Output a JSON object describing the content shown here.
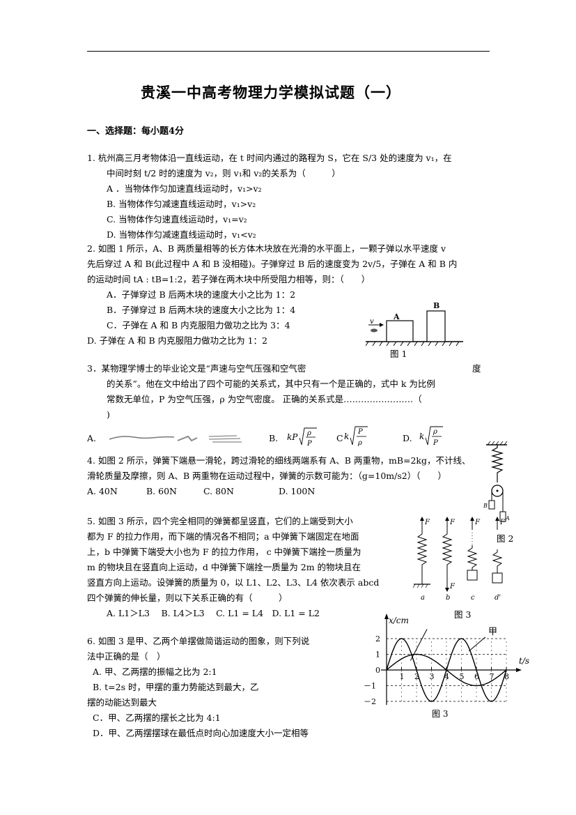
{
  "title": "贵溪一中高考物理力学模拟试题（一）",
  "section1": "一、选择题：每小题4分",
  "q1": {
    "stem1": "1. 杭州高三月考物体沿一直线运动，在 t 时间内通过的路程为 S，它在 S/3 处的速度为 v₁，在",
    "stem2": "中间时刻 t/2 时的速度为 v₂，则 v₁和 v₂的关系为（　　　）",
    "a": "A ．当物体作匀加速直线运动时，v₁>v₂",
    "b": "B. 当物体作匀减速直线运动时，v₁>v₂",
    "c": "C. 当物体作匀速直线运动时，v₁=v₂",
    "d": "D. 当物体作匀减速直线运动时，v₁<v₂"
  },
  "q2": {
    "stem1": "2. 如图 1 所示，A、B 两质量相等的长方体木块放在光滑的水平面上，一颗子弹以水平速度 v",
    "stem2": "先后穿过 A 和 B(此过程中 A 和 B 没相碰)。子弹穿过 B 后的速度变为 2v/5，子弹在 A 和 B 内",
    "stem3": "的运动时间 tA : tB=1:2，若子弹在两木块中所受阻力相等，则：（　　）",
    "a": "A．子弹穿过 B 后两木块的速度大小之比为 1：2",
    "b": "B．子弹穿过 B 后两木块的速度大小之比为 1：4",
    "c": "C．子弹在 A 和 B 内克服阻力做功之比为 3：4",
    "d": "D. 子弹在 A 和 B 内克服阻力做功之比为 1：2",
    "fig_label": "图 1",
    "fig_a": "A",
    "fig_b": "B",
    "fig_v": "v"
  },
  "q3": {
    "stem1": "3．某物理学博士的毕业论文是“声速与空气压强和空气密",
    "stem1b": "度",
    "stem2": "的关系”。他在文中给出了四个可能的关系式，其中只有一个是正确的，式中 k 为比例",
    "stem3": "常数无单位，P 为空气压强，ρ 为空气密度。 正确的关系式是……………………（",
    "stem4": ")",
    "opt_a": "A.",
    "opt_b": "B.",
    "opt_c": "C",
    "opt_d": "D."
  },
  "q4": {
    "stem1": "4. 如图 2 所示，弹簧下端悬一滑轮，跨过滑轮的细线两端系有 A、B 两重物，mB=2kg，不计线、",
    "stem2": "滑轮质量及摩擦，则 A、B 两重物在运动过程中，弹簧的示数可能为：（g=10m/s2）（　　）",
    "a": "A. 40N",
    "b": "B. 60N",
    "c": "C. 80N",
    "d": "D. 100N",
    "fig_label": "图 2"
  },
  "q5": {
    "stem1": "5. 如图 3 所示，四个完全相同的弹簧都呈竖直，它们的上端受到大小",
    "stem2": "都为 F 的拉力作用，而下端的情况各不相同；a 中弹簧下端固定在地面",
    "stem3": "上，b 中弹簧下端受大小也为 F 的拉力作用， c 中弹簧下端拴一质量为",
    "stem4": "m 的物块且在竖直向上运动，d 中弹簧下端拴一质量为 2m 的物块且在",
    "stem5": "竖直方向上运动。设弹簧的质量为 0，以 L1、L2、L3、L4 依次表示 abcd",
    "stem6": "四个弹簧的伸长量，则以下关系正确的有（　　　）",
    "opts": "A. L1＞L3　 B. L4＞L3　 C. L1 = L4　D. L1 = L2",
    "fig_label": "图 3",
    "f": "F",
    "labels": [
      "a",
      "b",
      "c",
      "d'"
    ]
  },
  "q6": {
    "stem1": "6. 如图 3 是甲、乙两个单摆做简谐运动的图象，则下列说",
    "stem2": "法中正确的是（　）",
    "a": "A. 甲、乙两摆的振幅之比为 2:1",
    "b1": "B. t=2s 时，甲摆的重力势能达到最大，乙",
    "b2": "摆的动能达到最大",
    "c": "C．甲、乙两摆的摆长之比为 4:1",
    "d": "D．甲、乙两摆摆球在最低点时向心加速度大小一定相等",
    "graph": {
      "ylabel": "x/cm",
      "xlabel": "t/s",
      "series_label": "甲",
      "fig_label": "图 3",
      "xticks": [
        "1",
        "2",
        "3",
        "4",
        "5",
        "6",
        "7",
        "8"
      ],
      "yticks": [
        "2",
        "1",
        "0",
        "－1",
        "－2"
      ]
    }
  },
  "chart_data": {
    "type": "line",
    "xlabel": "t/s",
    "ylabel": "x/cm",
    "xlim": [
      0,
      8
    ],
    "ylim": [
      -2,
      2
    ],
    "series": [
      {
        "name": "甲",
        "x": [
          0,
          1,
          2,
          3,
          4,
          5,
          6,
          7,
          8
        ],
        "y": [
          0,
          2,
          0,
          -2,
          0,
          2,
          0,
          -2,
          0
        ]
      },
      {
        "x": [
          0,
          2,
          4,
          6,
          8
        ],
        "y": [
          0,
          1,
          0,
          -1,
          0
        ]
      }
    ]
  }
}
